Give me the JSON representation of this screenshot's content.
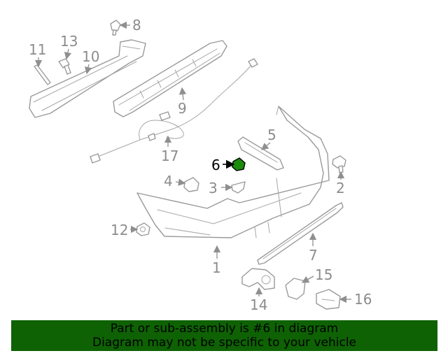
{
  "callouts": {
    "p1": "1",
    "p2": "2",
    "p3": "3",
    "p4": "4",
    "p5": "5",
    "p6": "6",
    "p7": "7",
    "p8": "8",
    "p9": "9",
    "p10": "10",
    "p11": "11",
    "p12": "12",
    "p13": "13",
    "p14": "14",
    "p15": "15",
    "p16": "16",
    "p17": "17"
  },
  "highlight": {
    "color": "#1a8c0a",
    "callout": "6"
  },
  "banner": {
    "line1": "Part or sub-assembly is #6 in diagram",
    "line2": "Diagram may not be specific to your vehicle",
    "color": "#0e6204"
  }
}
